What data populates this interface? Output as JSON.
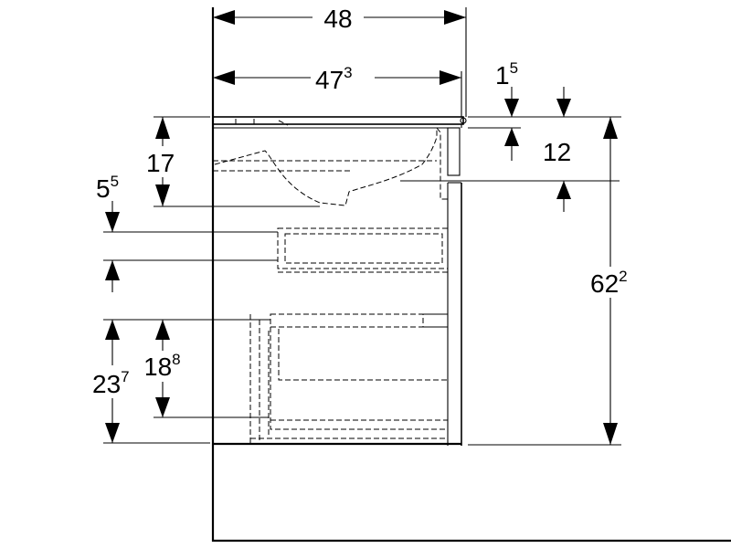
{
  "dimensions": {
    "overall_width": {
      "main": "48",
      "sup": ""
    },
    "inner_width": {
      "main": "47",
      "sup": "3"
    },
    "top_thickness": {
      "main": "1",
      "sup": "5"
    },
    "side_offset": {
      "main": "12",
      "sup": ""
    },
    "basin_depth": {
      "main": "17",
      "sup": ""
    },
    "drawer_front": {
      "main": "5",
      "sup": "5"
    },
    "total_height": {
      "main": "62",
      "sup": "2"
    },
    "lower_drawer": {
      "main": "18",
      "sup": "8"
    },
    "lower_height": {
      "main": "23",
      "sup": "7"
    }
  }
}
